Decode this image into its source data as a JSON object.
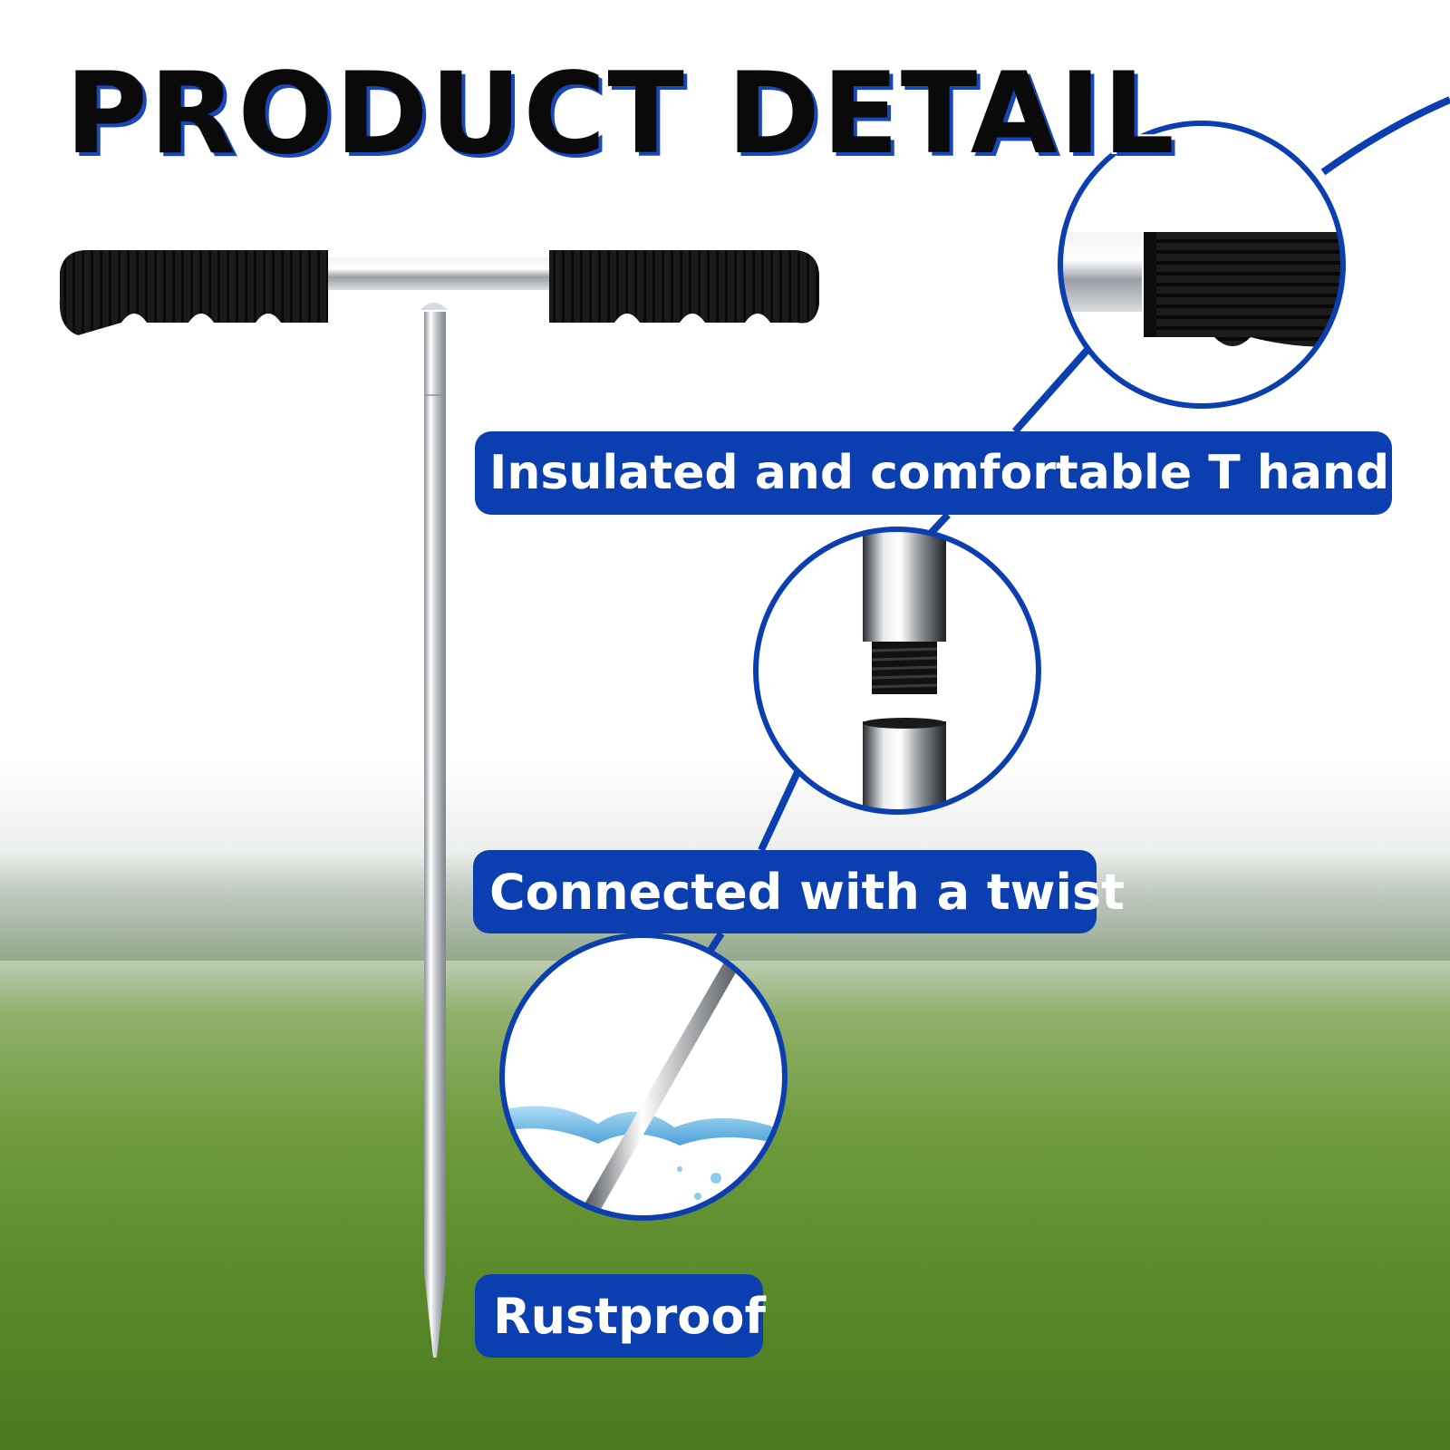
{
  "title": "PRODUCT DETAIL",
  "features": [
    {
      "label": "Insulated and comfortable T handle",
      "icon": "grip-closeup-icon"
    },
    {
      "label": "Connected with a twist",
      "icon": "thread-joint-icon"
    },
    {
      "label": "Rustproof",
      "icon": "water-splash-icon"
    }
  ],
  "colors": {
    "accent": "#0b3fb0",
    "title_text": "#0a0a0a",
    "grip": "#151515",
    "steel": "#c9ccd0"
  }
}
